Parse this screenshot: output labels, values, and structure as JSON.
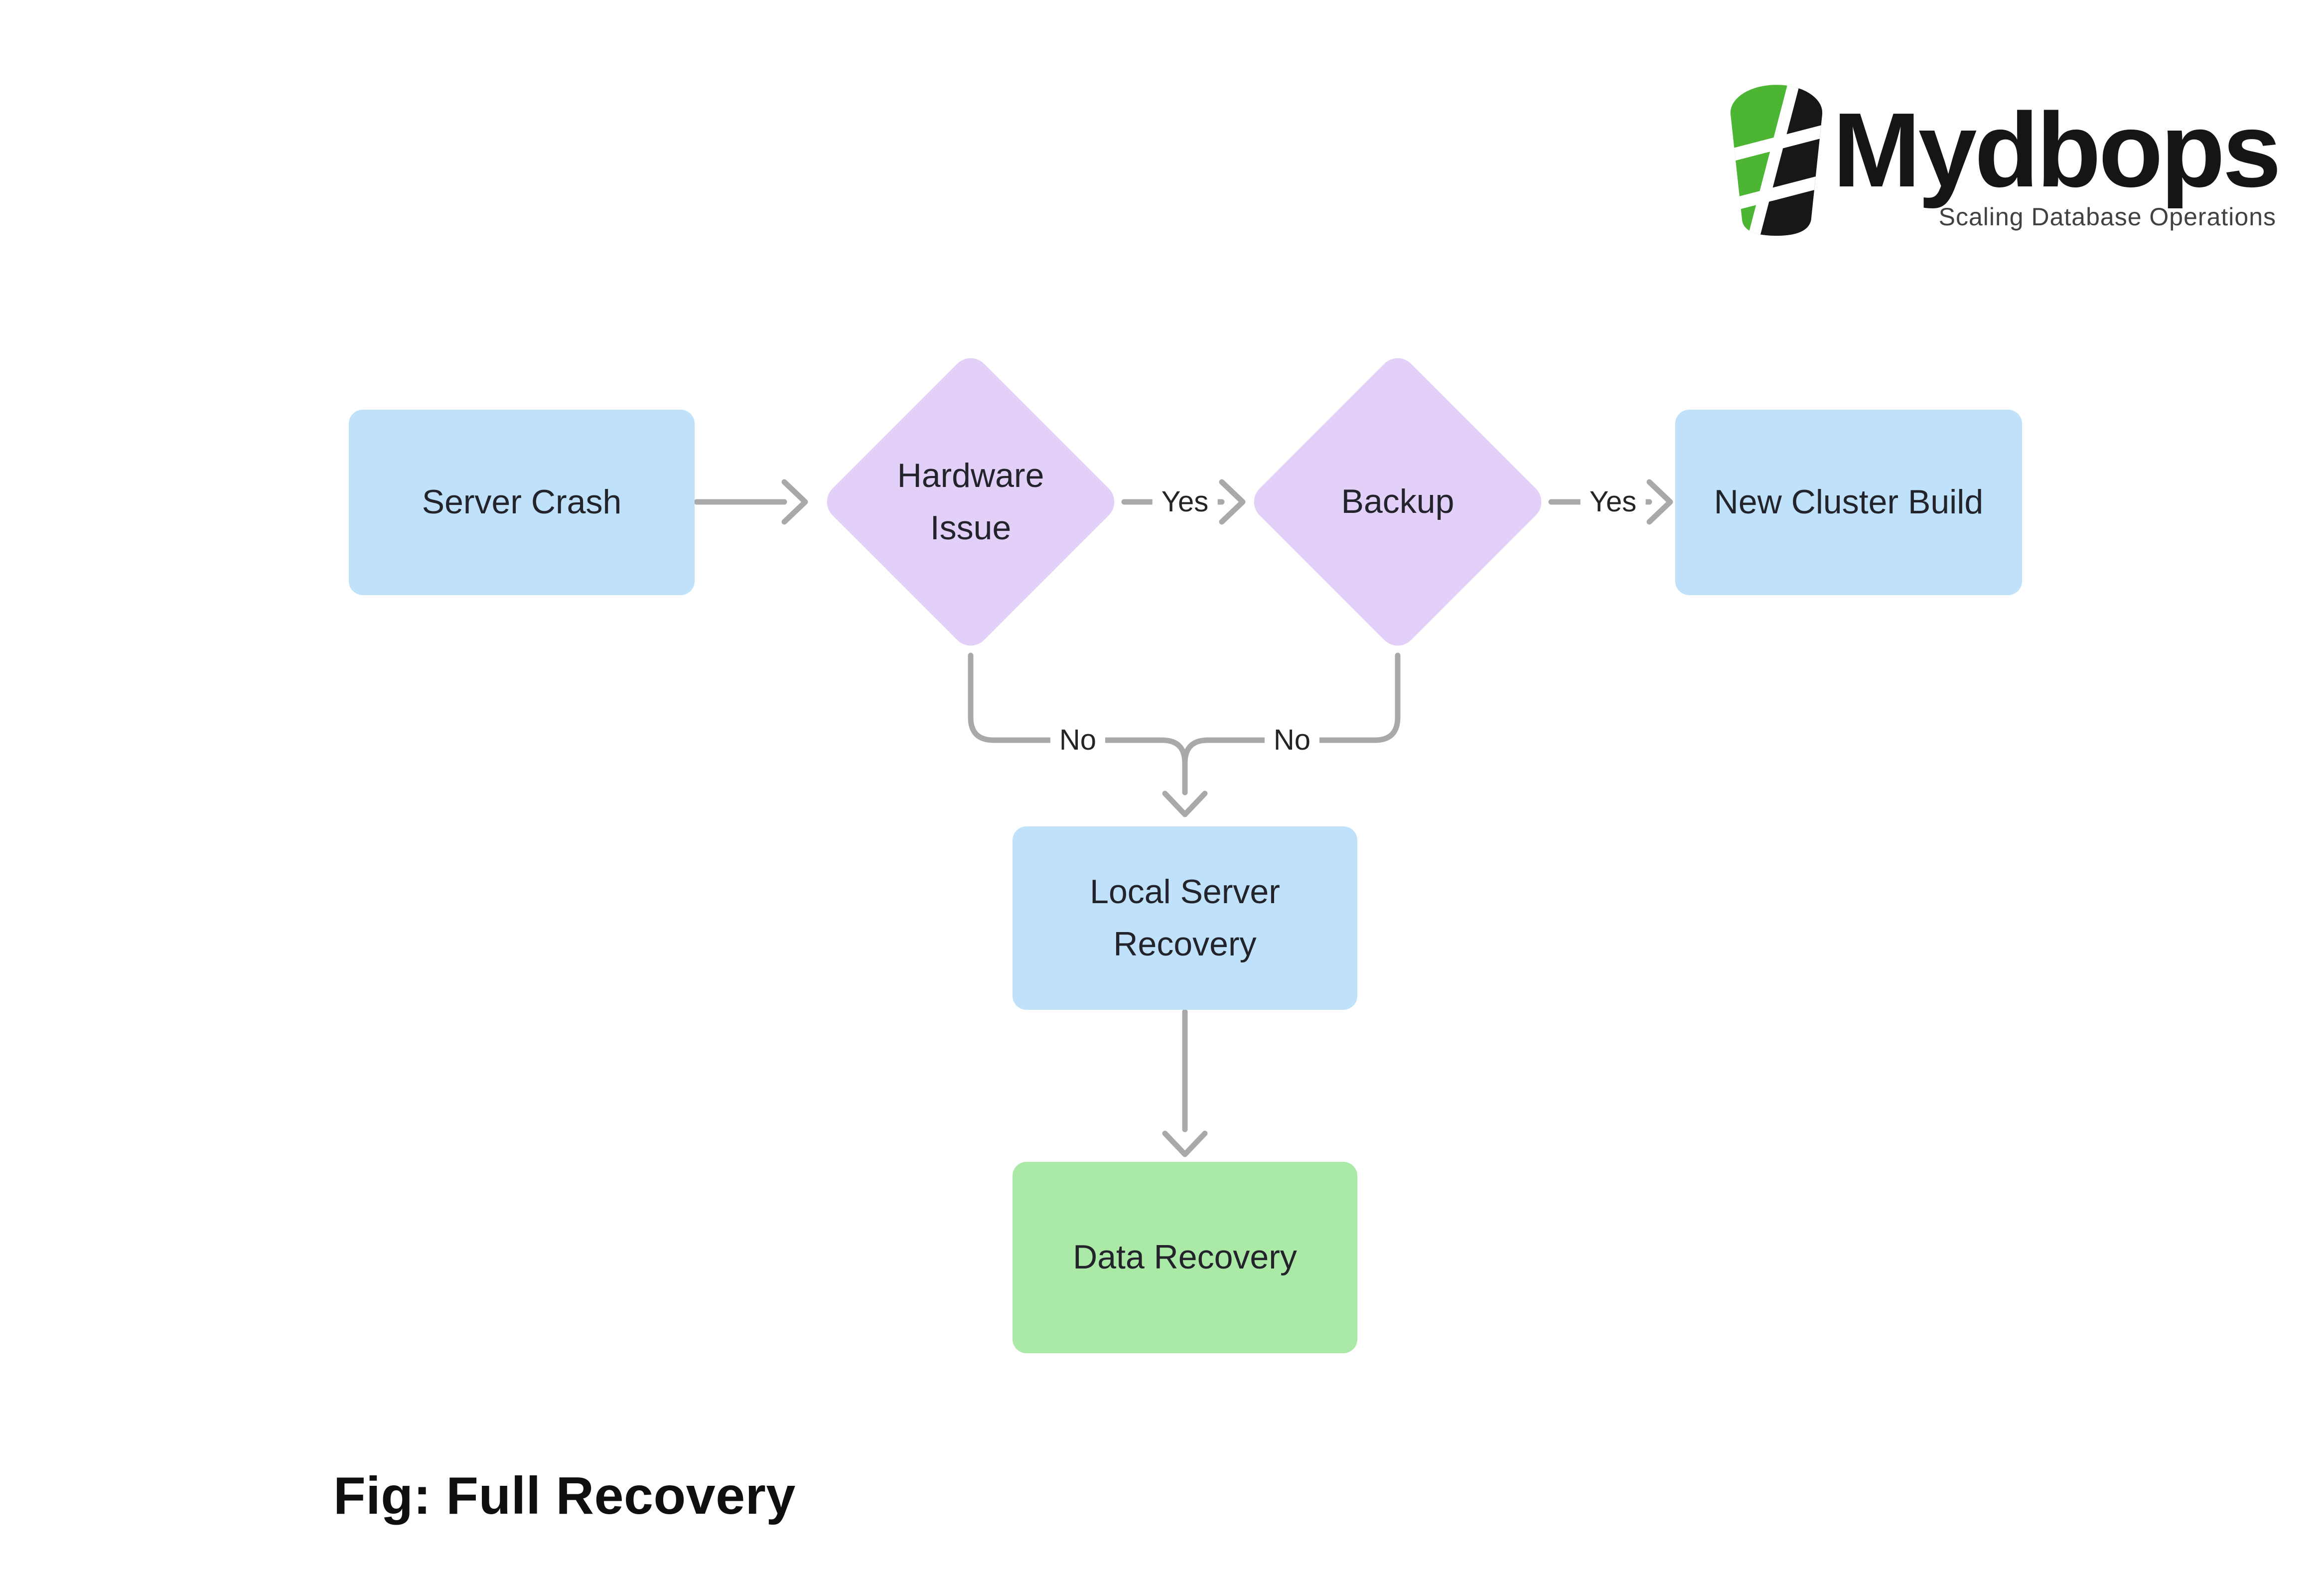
{
  "page": {
    "background": "#ffffff"
  },
  "colors": {
    "node-blue": "#bfe1fa",
    "node-purple": "#e2d0f8",
    "node-green": "#abe9a6",
    "connector": "#a9a9a9",
    "node-text": "#23232b",
    "edge-label-text": "#242424",
    "caption-text": "#0f0f0f",
    "brand-text": "#151515",
    "tagline-text": "#414141",
    "logo-green": "#4cb534",
    "logo-black": "#171717"
  },
  "logo": {
    "brand": "Mydbops",
    "tagline": "Scaling Database Operations"
  },
  "caption": {
    "label": "Fig: Full Recovery"
  },
  "flowchart": {
    "nodes": {
      "server_crash": {
        "label": "Server Crash",
        "shape": "rectangle",
        "fill": "#bfe1fa"
      },
      "hardware_issue": {
        "label": "Hardware Issue",
        "shape": "diamond",
        "fill": "#e2d0f8"
      },
      "backup": {
        "label": "Backup",
        "shape": "diamond",
        "fill": "#e2d0f8"
      },
      "new_cluster_build": {
        "label": "New Cluster Build",
        "shape": "rectangle",
        "fill": "#bfe1fa"
      },
      "local_server_recovery": {
        "label": "Local Server Recovery",
        "shape": "rectangle",
        "fill": "#bfe1fa"
      },
      "data_recovery": {
        "label": "Data Recovery",
        "shape": "rectangle",
        "fill": "#abe9a6"
      }
    },
    "edges": {
      "server_to_hardware": {
        "from": "server_crash",
        "to": "hardware_issue",
        "label": ""
      },
      "hardware_to_backup": {
        "from": "hardware_issue",
        "to": "backup",
        "label": "Yes"
      },
      "backup_to_cluster": {
        "from": "backup",
        "to": "new_cluster_build",
        "label": "Yes"
      },
      "hardware_no_to_local": {
        "from": "hardware_issue",
        "to": "local_server_recovery",
        "label": "No"
      },
      "backup_no_to_local": {
        "from": "backup",
        "to": "local_server_recovery",
        "label": "No"
      },
      "local_to_data": {
        "from": "local_server_recovery",
        "to": "data_recovery",
        "label": ""
      }
    }
  }
}
